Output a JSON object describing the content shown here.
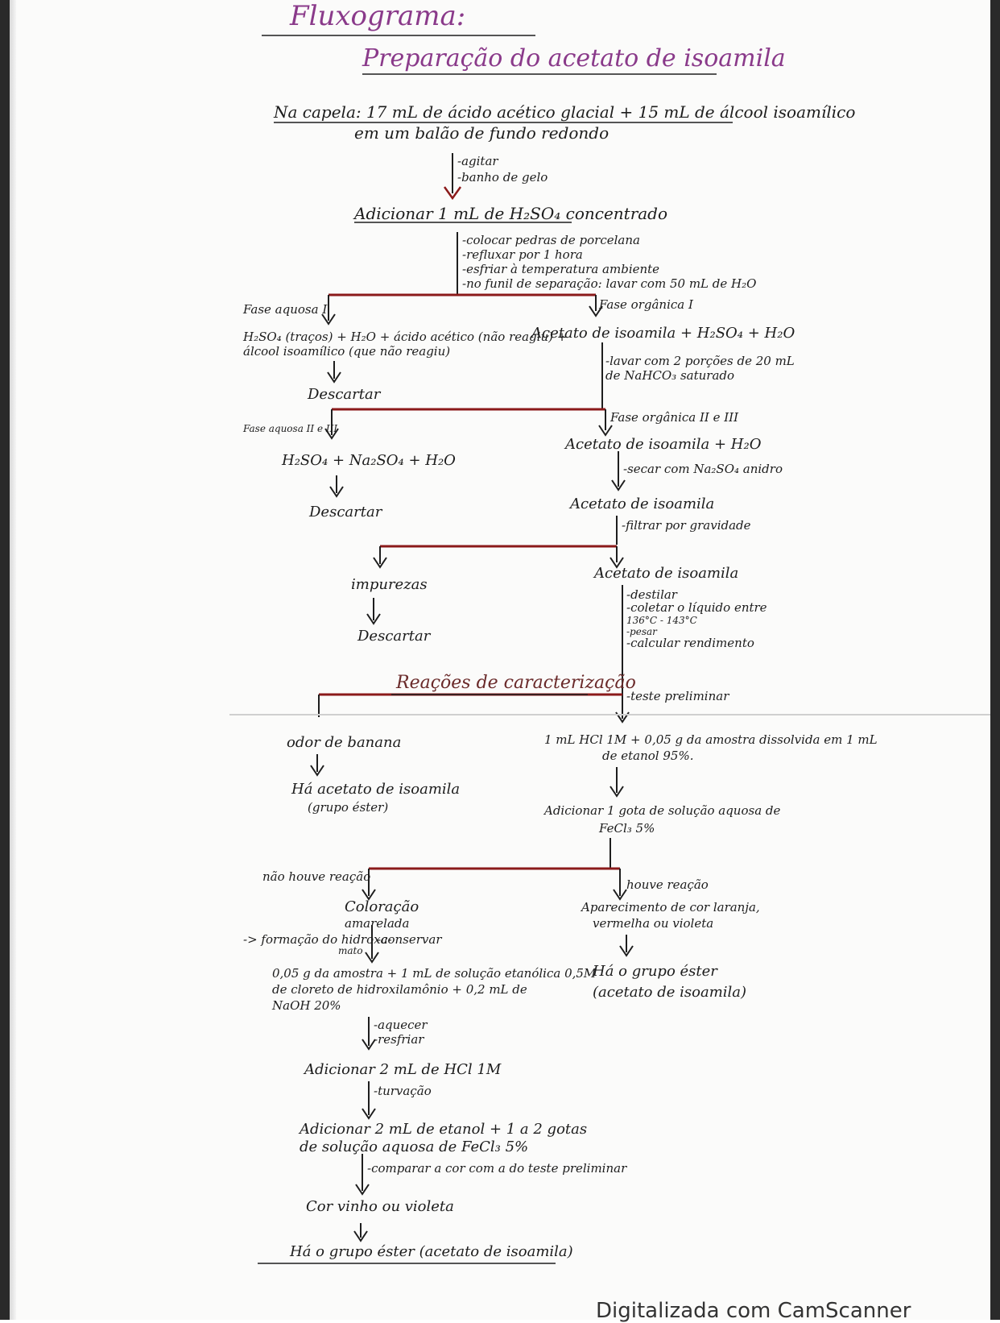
{
  "title": "Fluxograma:",
  "subtitle": "Preparação do acetato de isoamila",
  "intro_line1": "Na capela: 17 mL de ácido acético glacial + 15 mL de álcool isoamílico",
  "intro_line2": "em um balão de fundo redondo",
  "step1_labels": [
    "-agitar",
    "-banho de gelo"
  ],
  "step2": "Adicionar 1 mL de H₂SO₄ concentrado",
  "step2_labels": [
    "-colocar pedras de porcelana",
    "-refluxar por 1 hora",
    "-esfriar à temperatura ambiente",
    "-no funil de separação: lavar com 50 mL de H₂O"
  ],
  "left1_label": "Fase aquosa I",
  "left1_line1": "H₂SO₄ (traços) + H₂O + ácido acético (não reagiu) +",
  "left1_line2": "álcool isoamílico (que não reagiu)",
  "left1_end": "Descartar",
  "right1_label": "Fase orgânica I",
  "right1_text": "Acetato de isoamila + H₂SO₄ + H₂O",
  "right1_labels": [
    "-lavar com 2 porções de 20 mL",
    "de NaHCO₃ saturado"
  ],
  "left2_label": "Fase aquosa II e III",
  "left2_text": "H₂SO₄ + Na₂SO₄ + H₂O",
  "left2_end": "Descartar",
  "right2_label": "Fase orgânica II e III",
  "right2_text": "Acetato de isoamila + H₂O",
  "right2_labels": [
    "-secar com Na₂SO₄ anidro"
  ],
  "right3_text": "Acetato de isoamila",
  "right3_labels": [
    "-filtrar por gravidade"
  ],
  "left3_text": "impurezas",
  "left3_end": "Descartar",
  "right4_text": "Acetato de isoamila",
  "right4_labels": [
    "-destilar",
    "-coletar o líquido entre",
    "136°C - 143°C",
    "-pesar",
    "-calcular rendimento"
  ],
  "section2": "Reações de caracterização",
  "right5_label": "-teste preliminar",
  "left5_text": "odor de banana",
  "left6_line1": "Há acetato de isoamila",
  "left6_line2": "(grupo éster)",
  "right6_line1": "1 mL HCl 1M + 0,05 g da amostra dissolvida em 1 mL",
  "right6_line2": "de etanol 95%.",
  "right7_line1": "Adicionar 1 gota de solução aquosa de",
  "right7_line2": "FeCl₃ 5%",
  "branch_left_label": "não houve reação",
  "branch_right_label": "houve reação",
  "bl1_line1": "Coloração",
  "bl1_line2": "amarelada",
  "bl1_side1": "-> formação do hidroxa-",
  "bl1_side2": "mato",
  "bl1_label": "-conservar",
  "br1_line1": "Aparecimento de cor laranja,",
  "br1_line2": "vermelha ou violeta",
  "br2_line1": "Há o grupo éster",
  "br2_line2": "(acetato de isoamila)",
  "bl2_line1": "0,05 g da amostra + 1 mL de solução etanólica 0,5M",
  "bl2_line2": "de cloreto de hidroxilamônio + 0,2 mL de",
  "bl2_line3": "NaOH 20%",
  "bl2_labels": [
    "-aquecer",
    "-resfriar"
  ],
  "bl3": "Adicionar 2 mL de HCl 1M",
  "bl3_label": "-turvação",
  "bl4_line1": "Adicionar 2 mL de etanol + 1 a 2 gotas",
  "bl4_line2": "de solução aquosa de FeCl₃ 5%",
  "bl4_label": "-comparar a cor com a do teste preliminar",
  "bl5": "Cor vinho ou violeta",
  "bl6": "Há o grupo éster (acetato de isoamila)",
  "footer": "Digitalizada com CamScanner",
  "colors": {
    "title": "#8a3a8a",
    "line_red": "#8b1a1a",
    "ink": "#1c1c1c"
  }
}
